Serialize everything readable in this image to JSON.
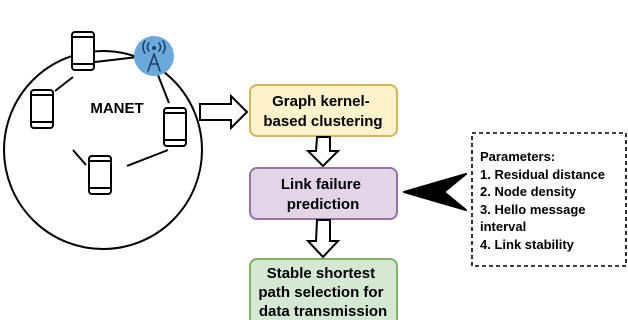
{
  "network": {
    "label": "MANET",
    "node_icon": "smartphone-icon",
    "tower_icon": "cell-tower-icon",
    "tower_color": "#6aa9d9"
  },
  "steps": [
    {
      "lines": [
        "Graph kernel-",
        "based clustering"
      ],
      "fill": "#fff2cc",
      "stroke": "#d6b656"
    },
    {
      "lines": [
        "Link failure",
        "prediction"
      ],
      "fill": "#e1d5e7",
      "stroke": "#9673a6"
    },
    {
      "lines": [
        "Stable shortest",
        "path selection for",
        "data transmission"
      ],
      "fill": "#d5e8d4",
      "stroke": "#82b366"
    }
  ],
  "parameters": {
    "title": "Parameters:",
    "items": [
      "1. Residual distance",
      "2. Node density",
      "3. Hello message",
      "interval",
      "4. Link stability"
    ]
  }
}
